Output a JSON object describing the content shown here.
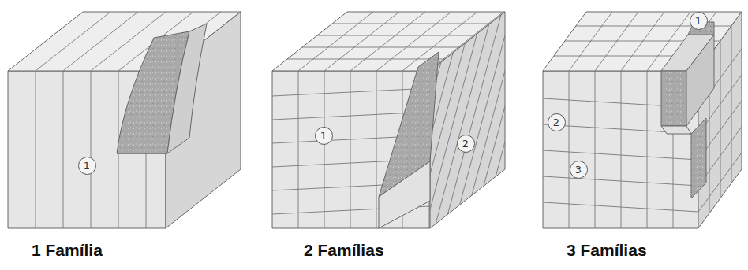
{
  "diagram": {
    "nodes": [
      {
        "text": [
          "1"
        ]
      },
      {
        "text": [
          "1"
        ]
      },
      {
        "text": [
          "2"
        ]
      },
      {
        "text": [
          "1"
        ]
      },
      {
        "text": [
          "2"
        ]
      },
      {
        "text": [
          "3"
        ]
      }
    ],
    "labels": [
      "1 Família",
      "2 Famílias",
      "3 Famílias"
    ]
  }
}
